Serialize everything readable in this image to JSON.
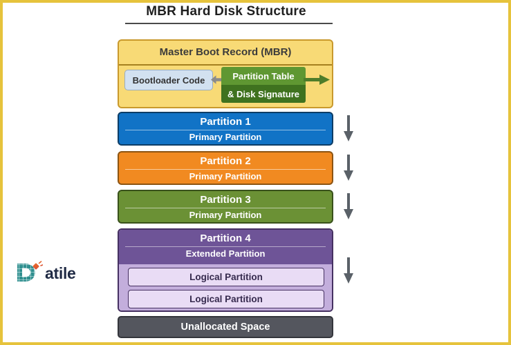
{
  "title": "MBR Hard Disk Structure",
  "logo": {
    "text": "atile"
  },
  "mbr": {
    "title": "Master Boot Record (MBR)",
    "bootloader_label": "Bootloader Code",
    "partition_table_label": "Partition Table",
    "disk_signature_label": "& Disk Signature"
  },
  "partitions": [
    {
      "name": "Partition 1",
      "type": "Primary Partition"
    },
    {
      "name": "Partition 2",
      "type": "Primary Partition"
    },
    {
      "name": "Partition 3",
      "type": "Primary Partition"
    },
    {
      "name": "Partition 4",
      "type": "Extended Partition"
    }
  ],
  "logical_partitions": [
    {
      "label": "Logical Partition"
    },
    {
      "label": "Logical Partition"
    }
  ],
  "unallocated_label": "Unallocated Space",
  "colors": {
    "frame-gold": "#E6C33C",
    "ink": "#1f1f1f",
    "mbr-fill": "#F8DA76",
    "mbr-border": "#C9992C",
    "mbr-divider": "#A5801F",
    "boot-fill": "#D2E1F0",
    "boot-border": "#97ACC1",
    "pt-top": "#5F9732",
    "pt-bottom": "#3F721F",
    "arrow-gray": "#8B8B8B",
    "arrow-green": "#4E7D2A",
    "p1-fill": "#1173C6",
    "p1-border": "#0D3D66",
    "p2-fill": "#F18A21",
    "p2-border": "#8C5412",
    "p3-fill": "#6B9135",
    "p3-border": "#39511B",
    "p4-header": "#6E5497",
    "p4-body": "#C3AEDC",
    "p4-border": "#453061",
    "logical-fill": "#E9DCF5",
    "logical-border": "#453061",
    "logical-ink": "#362A4E",
    "unalloc-fill": "#54565E",
    "unalloc-border": "#33353B",
    "arrow-dark": "#5A6168",
    "logo-teal": "#2F8F8F",
    "logo-orange": "#E86C2A",
    "logo-navy": "#1F2A44"
  }
}
